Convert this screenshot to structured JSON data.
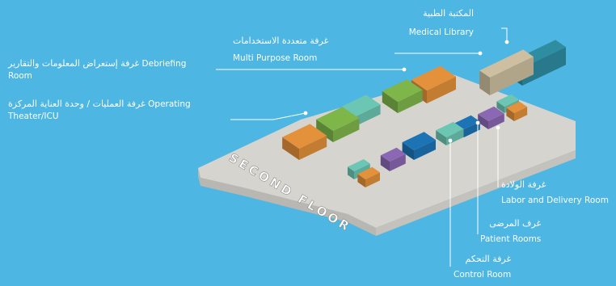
{
  "colors": {
    "background": "#4db6e3",
    "floor": "#d6d4cf",
    "floor_side": "#b9b7b1",
    "orange": "#e3913a",
    "green": "#7fb64a",
    "teal": "#6cc6b4",
    "blue": "#1d74b5",
    "purple": "#8a68b3",
    "tan": "#cdbf9f",
    "dark_teal": "#2f8da2",
    "leader": "#ffffff"
  },
  "floor_label": "SECOND FLOOR",
  "labels": {
    "medical_library": {
      "ar": "المكتبة الطبية",
      "en": "Medical Library"
    },
    "multi_purpose": {
      "ar": "غرفة متعددة الاستخدامات",
      "en": "Multi Purpose Room"
    },
    "debriefing": {
      "en_a": "Debriefing",
      "ar": "غرفة إستعراض المعلومات والتقارير",
      "en_b": "Room"
    },
    "operating": {
      "en_a": "Operating",
      "ar": "غرفة العمليات / وحدة العناية المركزة",
      "en_b": "Theater/ICU"
    },
    "labor_delivery": {
      "ar": "غرفة الولادة",
      "en": "Labor and Delivery Room"
    },
    "patient_rooms": {
      "ar": "غرف المرضى",
      "en": "Patient Rooms"
    },
    "control_room": {
      "ar": "غرفة التحكم",
      "en": "Control Room"
    }
  }
}
